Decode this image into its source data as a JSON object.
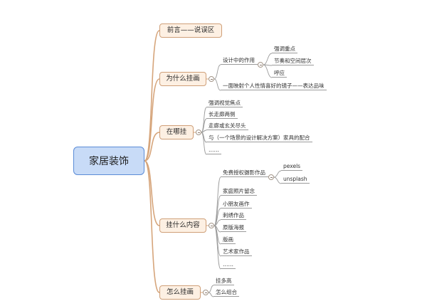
{
  "mindmap": {
    "central_topic": "家居装饰",
    "branches": [
      {
        "label": "前言——说误区"
      },
      {
        "label": "为什么挂画",
        "children": [
          {
            "label": "设计中的作用",
            "children": [
              {
                "label": "强调重点"
              },
              {
                "label": "节奏和空间层次"
              },
              {
                "label": "呼应"
              }
            ]
          },
          {
            "label": "一面映射个人性情喜好的镜子——表达品味"
          }
        ]
      },
      {
        "label": "在哪挂",
        "children": [
          {
            "label": "强调视觉焦点"
          },
          {
            "label": "长走廊两侧"
          },
          {
            "label": "走廊或玄关尽头"
          },
          {
            "label": "与（一个场景的设计解决方案）家具的配合"
          },
          {
            "label": "……"
          }
        ]
      },
      {
        "label": "挂什么内容",
        "children": [
          {
            "label": "免费授权摄影作品",
            "children": [
              {
                "label": "pexels"
              },
              {
                "label": "unsplash"
              }
            ]
          },
          {
            "label": "家庭照片留念"
          },
          {
            "label": "小朋友画作"
          },
          {
            "label": "刺绣作品"
          },
          {
            "label": "原版海报"
          },
          {
            "label": "版画"
          },
          {
            "label": "艺术家作品"
          },
          {
            "label": "……"
          }
        ]
      },
      {
        "label": "怎么挂画",
        "children": [
          {
            "label": "挂多高"
          },
          {
            "label": "怎么组合"
          }
        ]
      }
    ]
  },
  "icons": {
    "collapse_toggle": "collapse-toggle-icon"
  },
  "colors": {
    "central_topic_fill": "#c8dbf7",
    "central_topic_border": "#5b8cd7",
    "main_topic_fill": "#fdf0e3",
    "main_topic_border": "#cf9f78",
    "main_branch_line": "#d6a57b",
    "subtopic_line": "#9b9b9b",
    "text": "#262626"
  }
}
